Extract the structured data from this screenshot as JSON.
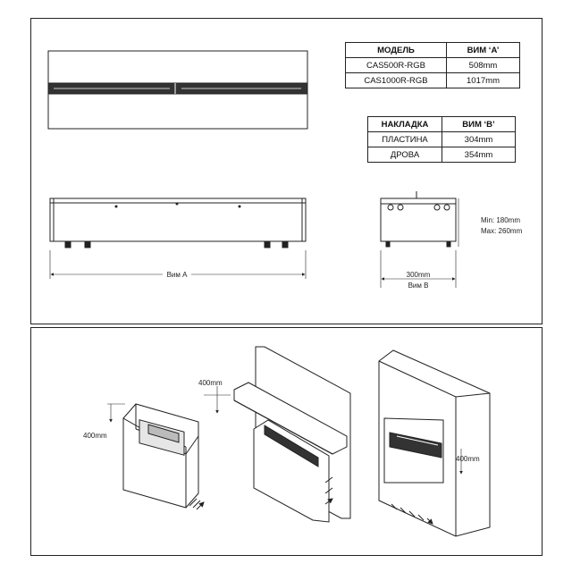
{
  "model_table": {
    "headers": [
      "МОДЕЛЬ",
      "ВИМ ‘A’"
    ],
    "rows": [
      [
        "CAS500R-RGB",
        "508mm"
      ],
      [
        "CAS1000R-RGB",
        "1017mm"
      ]
    ]
  },
  "cover_table": {
    "headers": [
      "НАКЛАДКА",
      "ВИМ ‘B’"
    ],
    "rows": [
      [
        "ПЛАСТИНА",
        "304mm"
      ],
      [
        "ДРОВА",
        "354mm"
      ]
    ]
  },
  "labels": {
    "dim_a": "Вим A",
    "side_min": "Min: 180mm",
    "side_max": "Max: 260mm",
    "side_width": "300mm",
    "dim_b": "Вим B",
    "clearance_1": "400mm",
    "clearance_2": "400mm",
    "clearance_3": "400mm"
  },
  "colors": {
    "line": "#222222",
    "panel_fill": "#ffffff",
    "shade": "#e6e6e6"
  }
}
